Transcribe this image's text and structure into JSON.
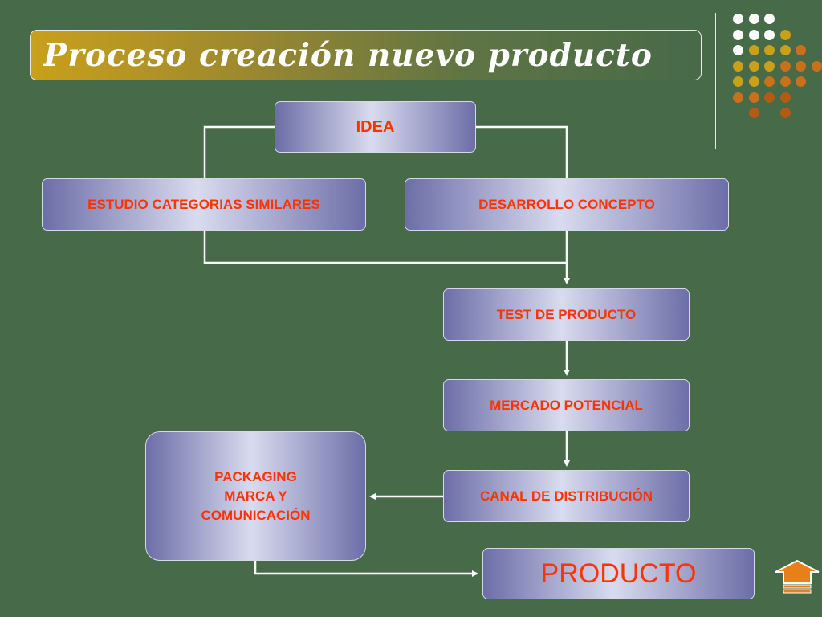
{
  "slide": {
    "title": "Proceso creación nuevo producto"
  },
  "nodes": {
    "idea": "IDEA",
    "estudio": "ESTUDIO CATEGORIAS SIMILARES",
    "desarrollo": "DESARROLLO CONCEPTO",
    "test": "TEST DE PRODUCTO",
    "mercado": "MERCADO POTENCIAL",
    "canal": "CANAL DE DISTRIBUCIÓN",
    "packaging": [
      "PACKAGING",
      "MARCA Y",
      "COMUNICACIÓN"
    ],
    "producto": "PRODUCTO"
  },
  "colors": {
    "background": "#476a48",
    "node_text": "#ff3300",
    "connector": "#ffffff",
    "dot_palette": [
      "#ffffff",
      "#c9a01a",
      "#c8701a",
      "#b35a14"
    ]
  },
  "icons": {
    "home_button": "up-arrow-icon",
    "decoration": "dot-grid-decoration"
  }
}
